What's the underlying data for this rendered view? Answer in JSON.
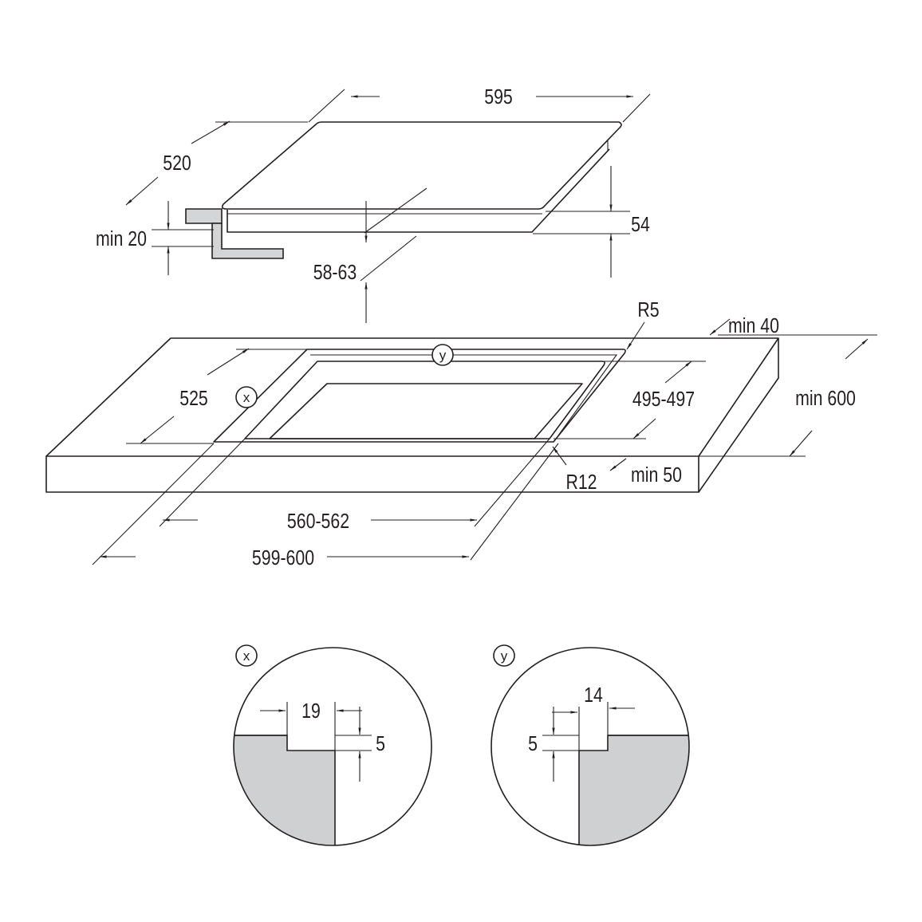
{
  "dimensions": {
    "width_hob": "595",
    "depth_hob": "520",
    "min_gap": "min 20",
    "recess_depth": "58-63",
    "height_hob": "54",
    "radius_top": "R5",
    "min_back": "min 40",
    "cutout_depth": "525",
    "inner_depth": "495-497",
    "worktop_depth": "min 600",
    "radius_corner": "R12",
    "worktop_thickness": "min 50",
    "inner_width": "560-562",
    "cutout_width": "599-600"
  },
  "details": {
    "x": {
      "marker": "x",
      "width": "19",
      "depth": "5"
    },
    "y": {
      "marker": "y",
      "width": "14",
      "depth": "5"
    }
  }
}
